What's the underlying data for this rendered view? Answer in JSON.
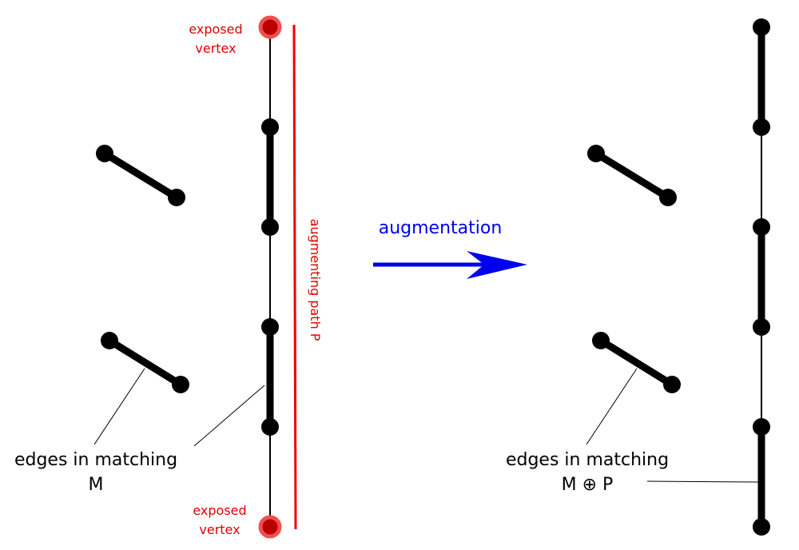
{
  "labels": {
    "exposed_top": [
      "exposed",
      "vertex"
    ],
    "exposed_bottom": [
      "exposed",
      "vertex"
    ],
    "augmenting_path": "augmenting path P",
    "augmentation": "augmentation",
    "left_matching": [
      "edges in matching",
      "M"
    ],
    "right_matching": [
      "edges in matching",
      "M ⊕ P"
    ]
  },
  "colors": {
    "exposed": "#e00000",
    "path": "#ee0000",
    "arrow": "#0000ee",
    "edge": "#000000"
  }
}
